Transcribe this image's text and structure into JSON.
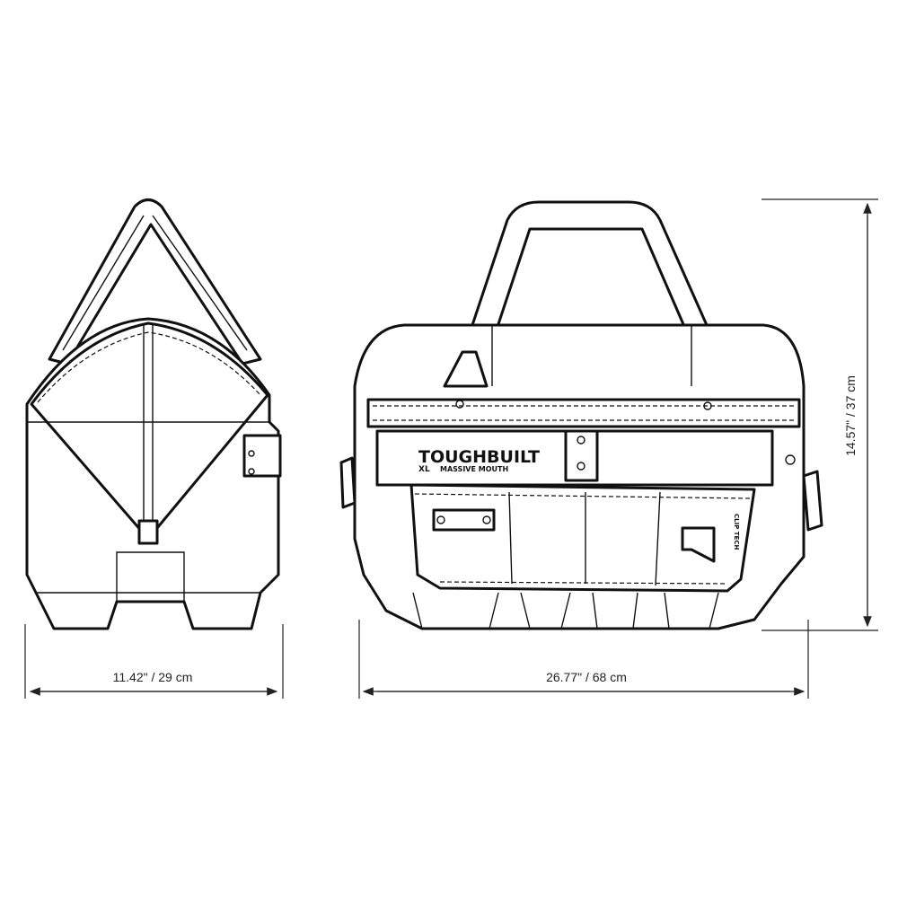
{
  "dimensions": {
    "depth_label": "11.42\"  / 29 cm",
    "width_label": "26.77\"  / 68 cm",
    "height_label": "14.57\"  /  37 cm"
  },
  "product": {
    "brand": "TOUGHBUILT",
    "model_prefix": "XL",
    "model_name": "MASSIVE MOUTH",
    "badge": "CLIP TECH"
  },
  "colors": {
    "line": "#111111",
    "background": "#ffffff"
  }
}
